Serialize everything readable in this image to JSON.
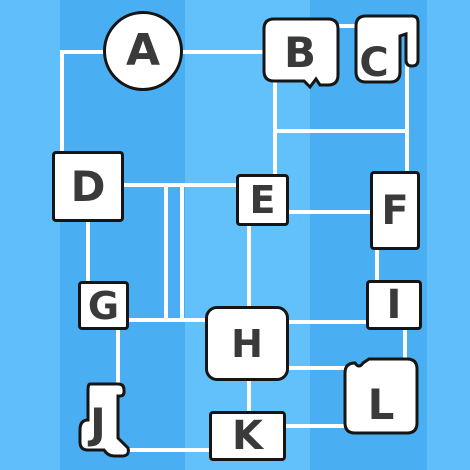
{
  "colors": {
    "tile_fill": "#ffffff",
    "tile_border": "#151515",
    "letter": "#3a3a3a",
    "wire": "#ffffff"
  },
  "nodes": [
    {
      "id": "A",
      "label": "A"
    },
    {
      "id": "B",
      "label": "B"
    },
    {
      "id": "C",
      "label": "C"
    },
    {
      "id": "D",
      "label": "D"
    },
    {
      "id": "E",
      "label": "E"
    },
    {
      "id": "F",
      "label": "F"
    },
    {
      "id": "G",
      "label": "G"
    },
    {
      "id": "H",
      "label": "H"
    },
    {
      "id": "I",
      "label": "I"
    },
    {
      "id": "J",
      "label": "J"
    },
    {
      "id": "K",
      "label": "K"
    },
    {
      "id": "L",
      "label": "L"
    }
  ]
}
